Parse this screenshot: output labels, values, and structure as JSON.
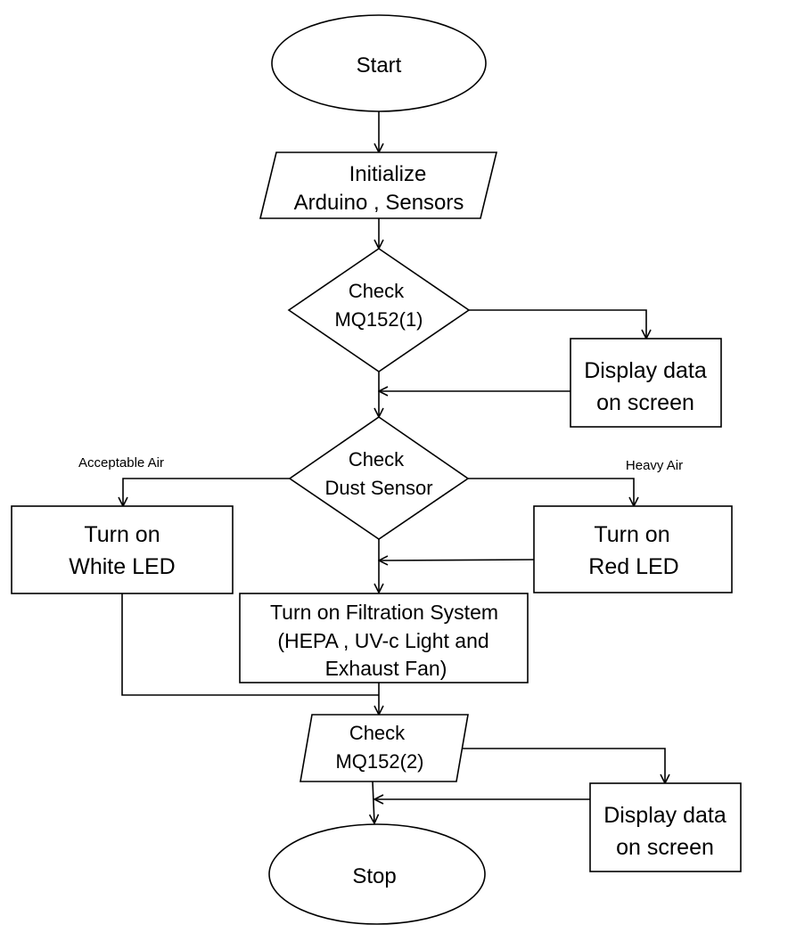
{
  "diagram": {
    "nodes": {
      "start": {
        "type": "terminal",
        "lines": [
          "Start"
        ]
      },
      "init": {
        "type": "io",
        "lines": [
          "Initialize",
          "Arduino , Sensors"
        ]
      },
      "check_mq1": {
        "type": "decision",
        "lines": [
          "Check",
          "MQ152(1)"
        ]
      },
      "display1": {
        "type": "process",
        "lines": [
          "Display data",
          "on screen"
        ]
      },
      "check_dust": {
        "type": "decision",
        "lines": [
          "Check",
          "Dust Sensor"
        ]
      },
      "white_led": {
        "type": "process",
        "lines": [
          "Turn on",
          "White LED"
        ]
      },
      "red_led": {
        "type": "process",
        "lines": [
          "Turn on",
          "Red LED"
        ]
      },
      "filtration": {
        "type": "process",
        "lines": [
          "Turn on Filtration System",
          "(HEPA , UV-c Light and",
          "Exhaust Fan)"
        ]
      },
      "check_mq2": {
        "type": "io",
        "lines": [
          "Check",
          "MQ152(2)"
        ]
      },
      "display2": {
        "type": "process",
        "lines": [
          "Display data",
          "on screen"
        ]
      },
      "stop": {
        "type": "terminal",
        "lines": [
          "Stop"
        ]
      }
    },
    "edge_labels": {
      "acceptable": "Acceptable Air",
      "heavy": "Heavy Air"
    },
    "edges": [
      {
        "from": "start",
        "to": "init"
      },
      {
        "from": "init",
        "to": "check_mq1"
      },
      {
        "from": "check_mq1",
        "to": "display1"
      },
      {
        "from": "display1",
        "to": "check_dust"
      },
      {
        "from": "check_dust",
        "to": "white_led",
        "label": "edge_labels.acceptable"
      },
      {
        "from": "check_dust",
        "to": "red_led",
        "label": "edge_labels.heavy"
      },
      {
        "from": "check_dust",
        "to": "filtration"
      },
      {
        "from": "red_led",
        "to": "filtration"
      },
      {
        "from": "white_led",
        "to": "check_mq2"
      },
      {
        "from": "filtration",
        "to": "check_mq2"
      },
      {
        "from": "check_mq2",
        "to": "display2"
      },
      {
        "from": "display2",
        "to": "stop"
      }
    ]
  }
}
